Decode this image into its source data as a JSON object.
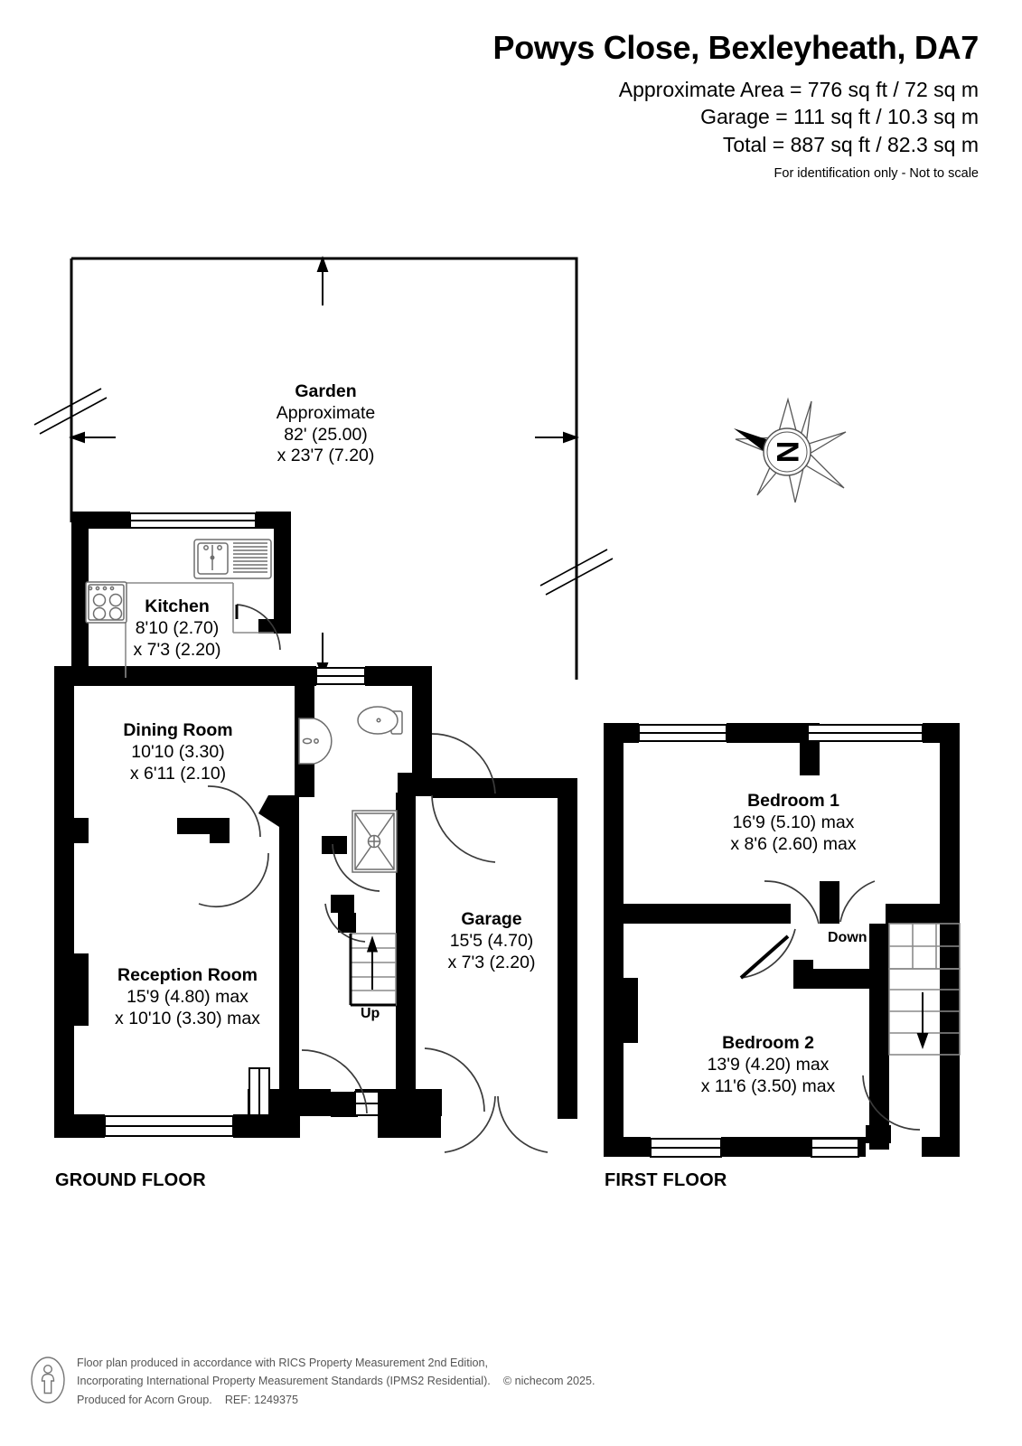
{
  "header": {
    "title": "Powys Close, Bexleyheath, DA7",
    "areas": [
      "Approximate Area = 776 sq ft / 72 sq m",
      "Garage = 111 sq ft / 10.3 sq m",
      "Total = 887 sq ft / 82.3 sq m"
    ],
    "note": "For identification only - Not to scale"
  },
  "compass": {
    "label": "N"
  },
  "rooms": {
    "garden": {
      "name": "Garden",
      "line1": "Approximate",
      "line2": "82' (25.00)",
      "line3": "x 23'7 (7.20)"
    },
    "kitchen": {
      "name": "Kitchen",
      "line1": "8'10 (2.70)",
      "line2": "x 7'3 (2.20)"
    },
    "dining": {
      "name": "Dining Room",
      "line1": "10'10 (3.30)",
      "line2": "x 6'11 (2.10)"
    },
    "reception": {
      "name": "Reception Room",
      "line1": "15'9 (4.80) max",
      "line2": "x  10'10 (3.30) max"
    },
    "garage": {
      "name": "Garage",
      "line1": "15'5 (4.70)",
      "line2": "x 7'3 (2.20)"
    },
    "bedroom1": {
      "name": "Bedroom 1",
      "line1": "16'9 (5.10) max",
      "line2": "x 8'6 (2.60) max"
    },
    "bedroom2": {
      "name": "Bedroom 2",
      "line1": "13'9 (4.20) max",
      "line2": "x 11'6 (3.50) max"
    }
  },
  "stairs": {
    "up_label": "Up",
    "down_label": "Down"
  },
  "floors": {
    "ground": "GROUND FLOOR",
    "first": "FIRST FLOOR"
  },
  "footer": {
    "line1": "Floor plan produced in accordance with RICS Property Measurement 2nd Edition,",
    "line2a": "Incorporating International Property Measurement Standards (IPMS2 Residential).",
    "line2b": "© nichecom 2025.",
    "line3a": "Produced for Acorn Group.",
    "line3b": "REF: 1249375"
  },
  "colors": {
    "wall": "#000000",
    "background": "#ffffff",
    "fixture_stroke": "#6e6e6e",
    "footer_text": "#555555"
  }
}
